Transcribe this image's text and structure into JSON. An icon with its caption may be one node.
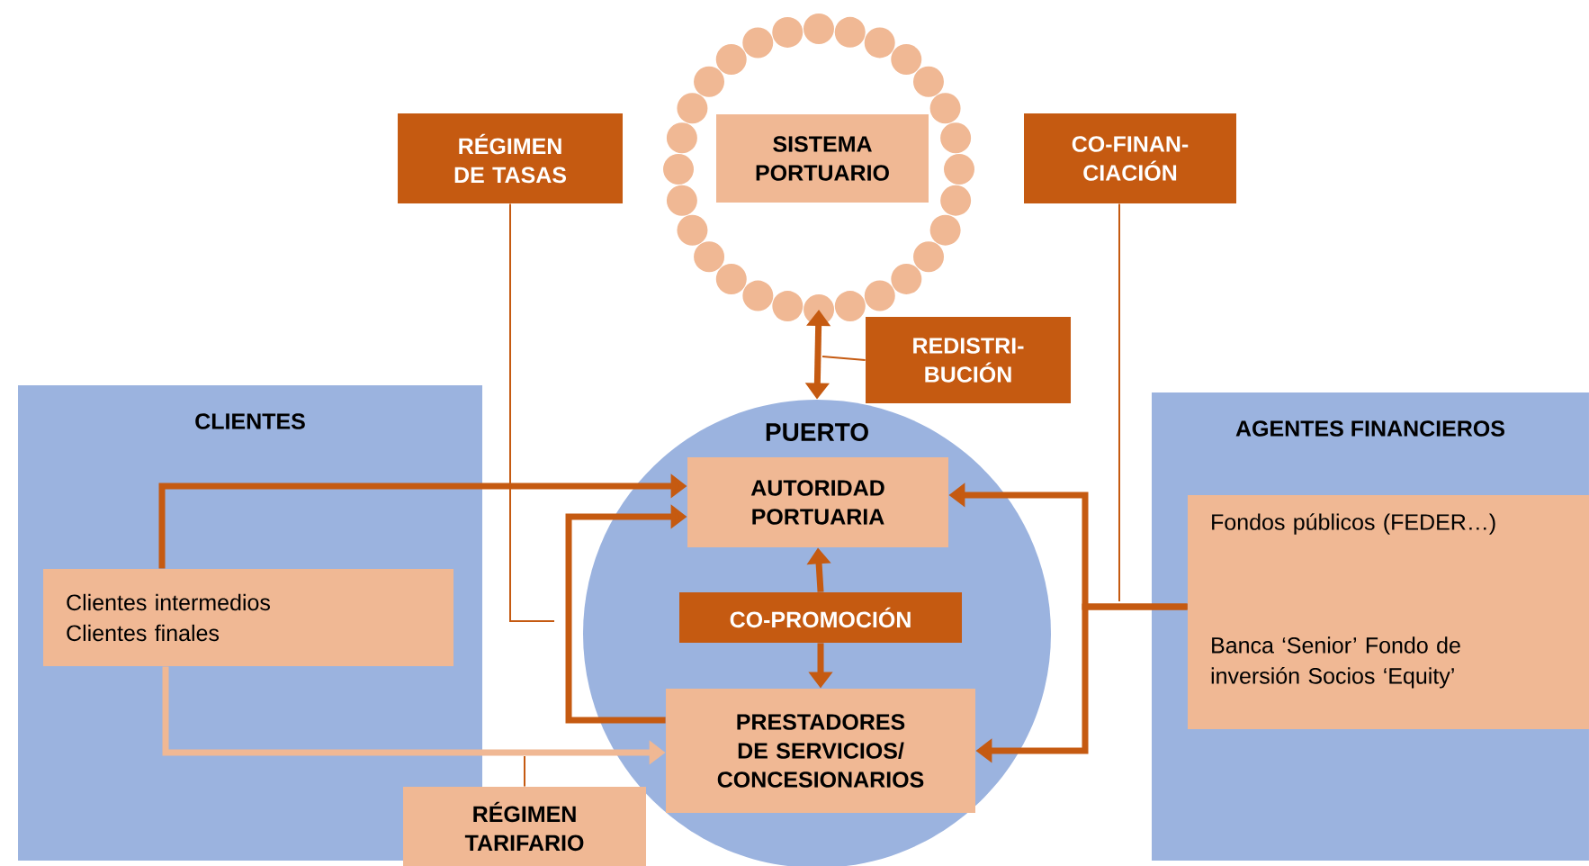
{
  "diagram": {
    "nodes": [
      {
        "text": [
          "CLIENTES"
        ]
      },
      {
        "text": [
          "Clientes intermedios Clientes finales"
        ],
        "in": 0
      },
      {
        "text": [
          "PUERTO"
        ]
      },
      {
        "text": [
          "AUTORIDAD PORTUARIA"
        ],
        "in": 2
      },
      {
        "text": [
          "CO-PROMOCIÓN"
        ],
        "in": 2
      },
      {
        "text": [
          "PRESTADORES DE SERVICIOS/ CONCESIONARIOS"
        ],
        "in": 2
      },
      {
        "text": [],
        "shape": "circle"
      },
      {
        "text": [
          "SISTEMA PORTUARIO"
        ],
        "in": 6
      },
      {
        "text": [
          "REDISTRI- BUCIÓN"
        ]
      },
      {
        "text": [
          "RÉGIMEN DE TASAS"
        ]
      },
      {
        "text": [
          "CO-FINAN- CIACIÓN"
        ]
      },
      {
        "text": [
          "AGENTES FINANCIEROS"
        ]
      },
      {
        "text": [
          "Fondos públicos (FEDER…)",
          "Banca ‘Senior’ Fondo de inversión Socios ‘Equity’"
        ],
        "in": 11
      },
      {
        "text": [
          "RÉGIMEN TARIFARIO"
        ]
      }
    ],
    "edges": [
      {
        "from": 1,
        "to": 3,
        "arrow": "to"
      },
      {
        "from": 5,
        "to": 3,
        "arrow": "to"
      },
      {
        "from": 1,
        "to": 5,
        "arrow": "to",
        "color": "#f0b894"
      },
      {
        "from": 12,
        "to": 3,
        "arrow": "to"
      },
      {
        "from": 12,
        "to": 5,
        "arrow": "to"
      },
      {
        "from": 4,
        "to": 3,
        "arrow": "to"
      },
      {
        "from": 4,
        "to": 5,
        "arrow": "to"
      },
      {
        "from": 6,
        "to": 2,
        "arrow": "both"
      },
      {
        "from": 8,
        "to": null,
        "arrow": "none"
      },
      {
        "from": 9,
        "to": null,
        "arrow": "none"
      },
      {
        "from": 10,
        "to": null,
        "arrow": "none"
      },
      {
        "from": 13,
        "to": null,
        "arrow": "none"
      }
    ]
  }
}
